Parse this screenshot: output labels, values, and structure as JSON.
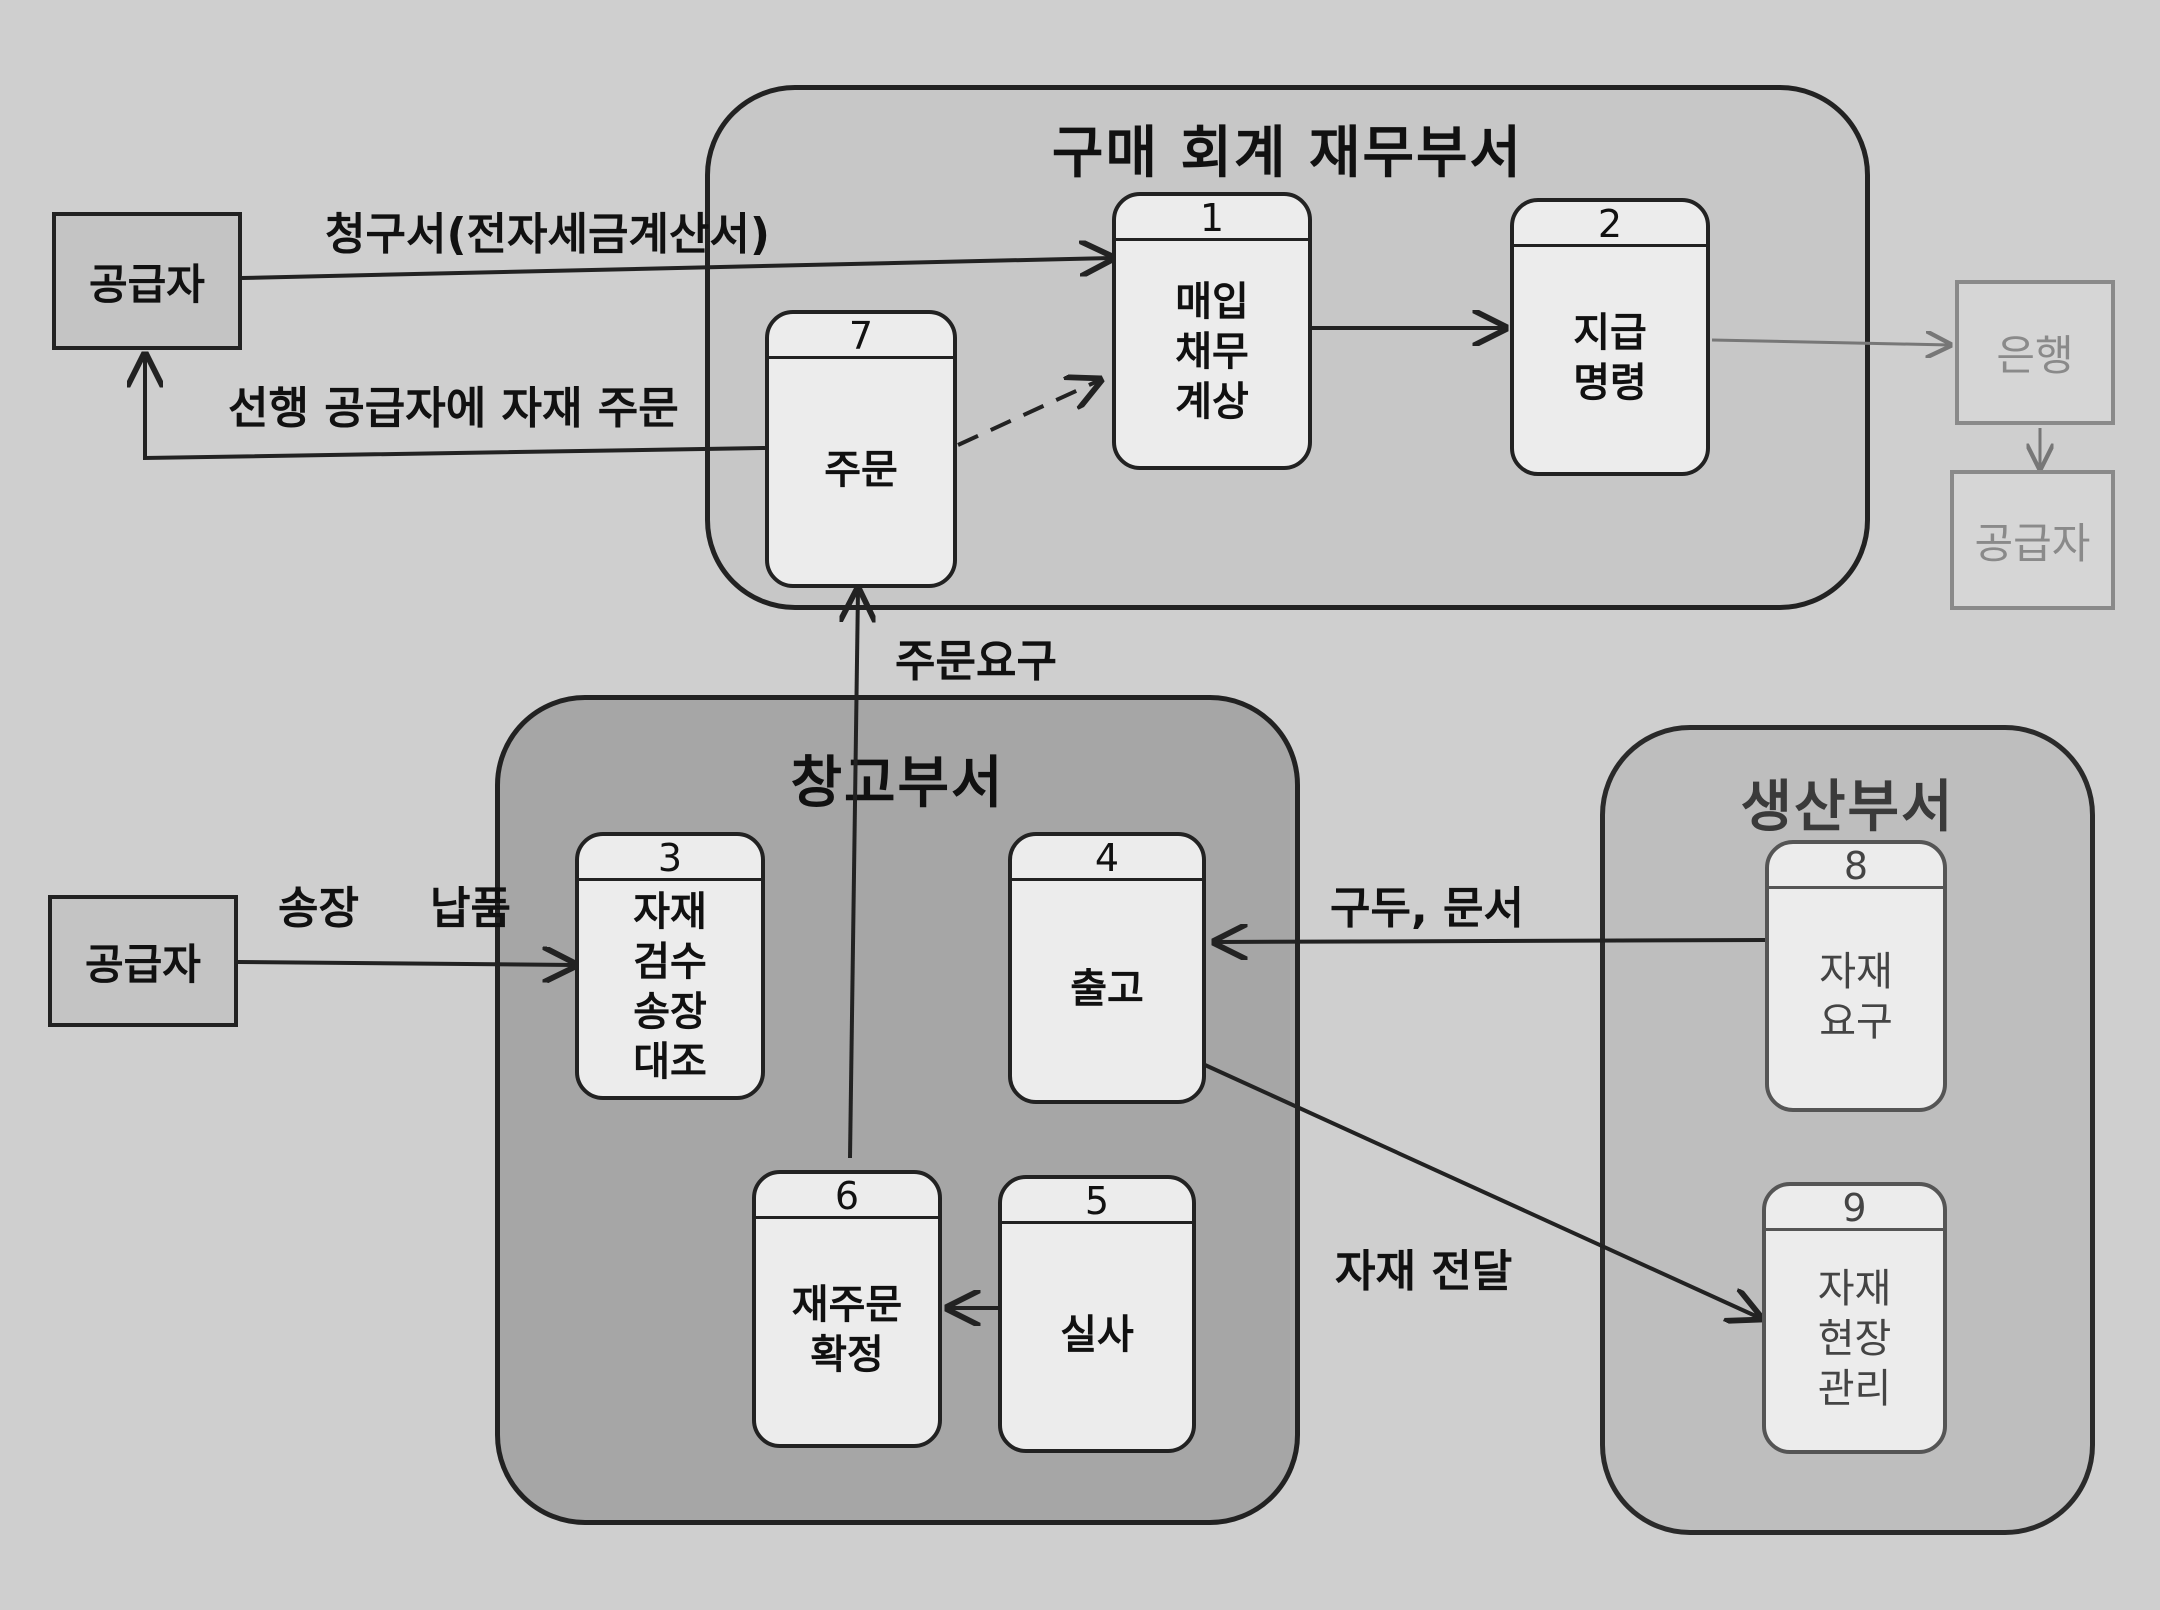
{
  "departments": {
    "purchasing": "구매 회계 재무부서",
    "warehouse": "창고부서",
    "production": "생산부서"
  },
  "processes": [
    {
      "num": "1",
      "label": "매입\n채무\n계상"
    },
    {
      "num": "2",
      "label": "지급\n명령"
    },
    {
      "num": "3",
      "label": "자재\n검수\n송장\n대조"
    },
    {
      "num": "4",
      "label": "출고"
    },
    {
      "num": "5",
      "label": "실사"
    },
    {
      "num": "6",
      "label": "재주문\n확정"
    },
    {
      "num": "7",
      "label": "주문"
    },
    {
      "num": "8",
      "label": "자재\n요구"
    },
    {
      "num": "9",
      "label": "자재\n현장\n관리"
    }
  ],
  "externals": {
    "supplier_top": "공급자",
    "supplier_bottom": "공급자",
    "bank": "은행",
    "supplier_right": "공급자"
  },
  "flow_labels": {
    "invoice": "청구서(전자세금계산서)",
    "prior_order": "선행 공급자에 자재 주문",
    "order_request": "주문요구",
    "invoice_short": "송장",
    "delivery": "납품",
    "verbal_document": "구두, 문서",
    "material_transfer": "자재 전달"
  }
}
